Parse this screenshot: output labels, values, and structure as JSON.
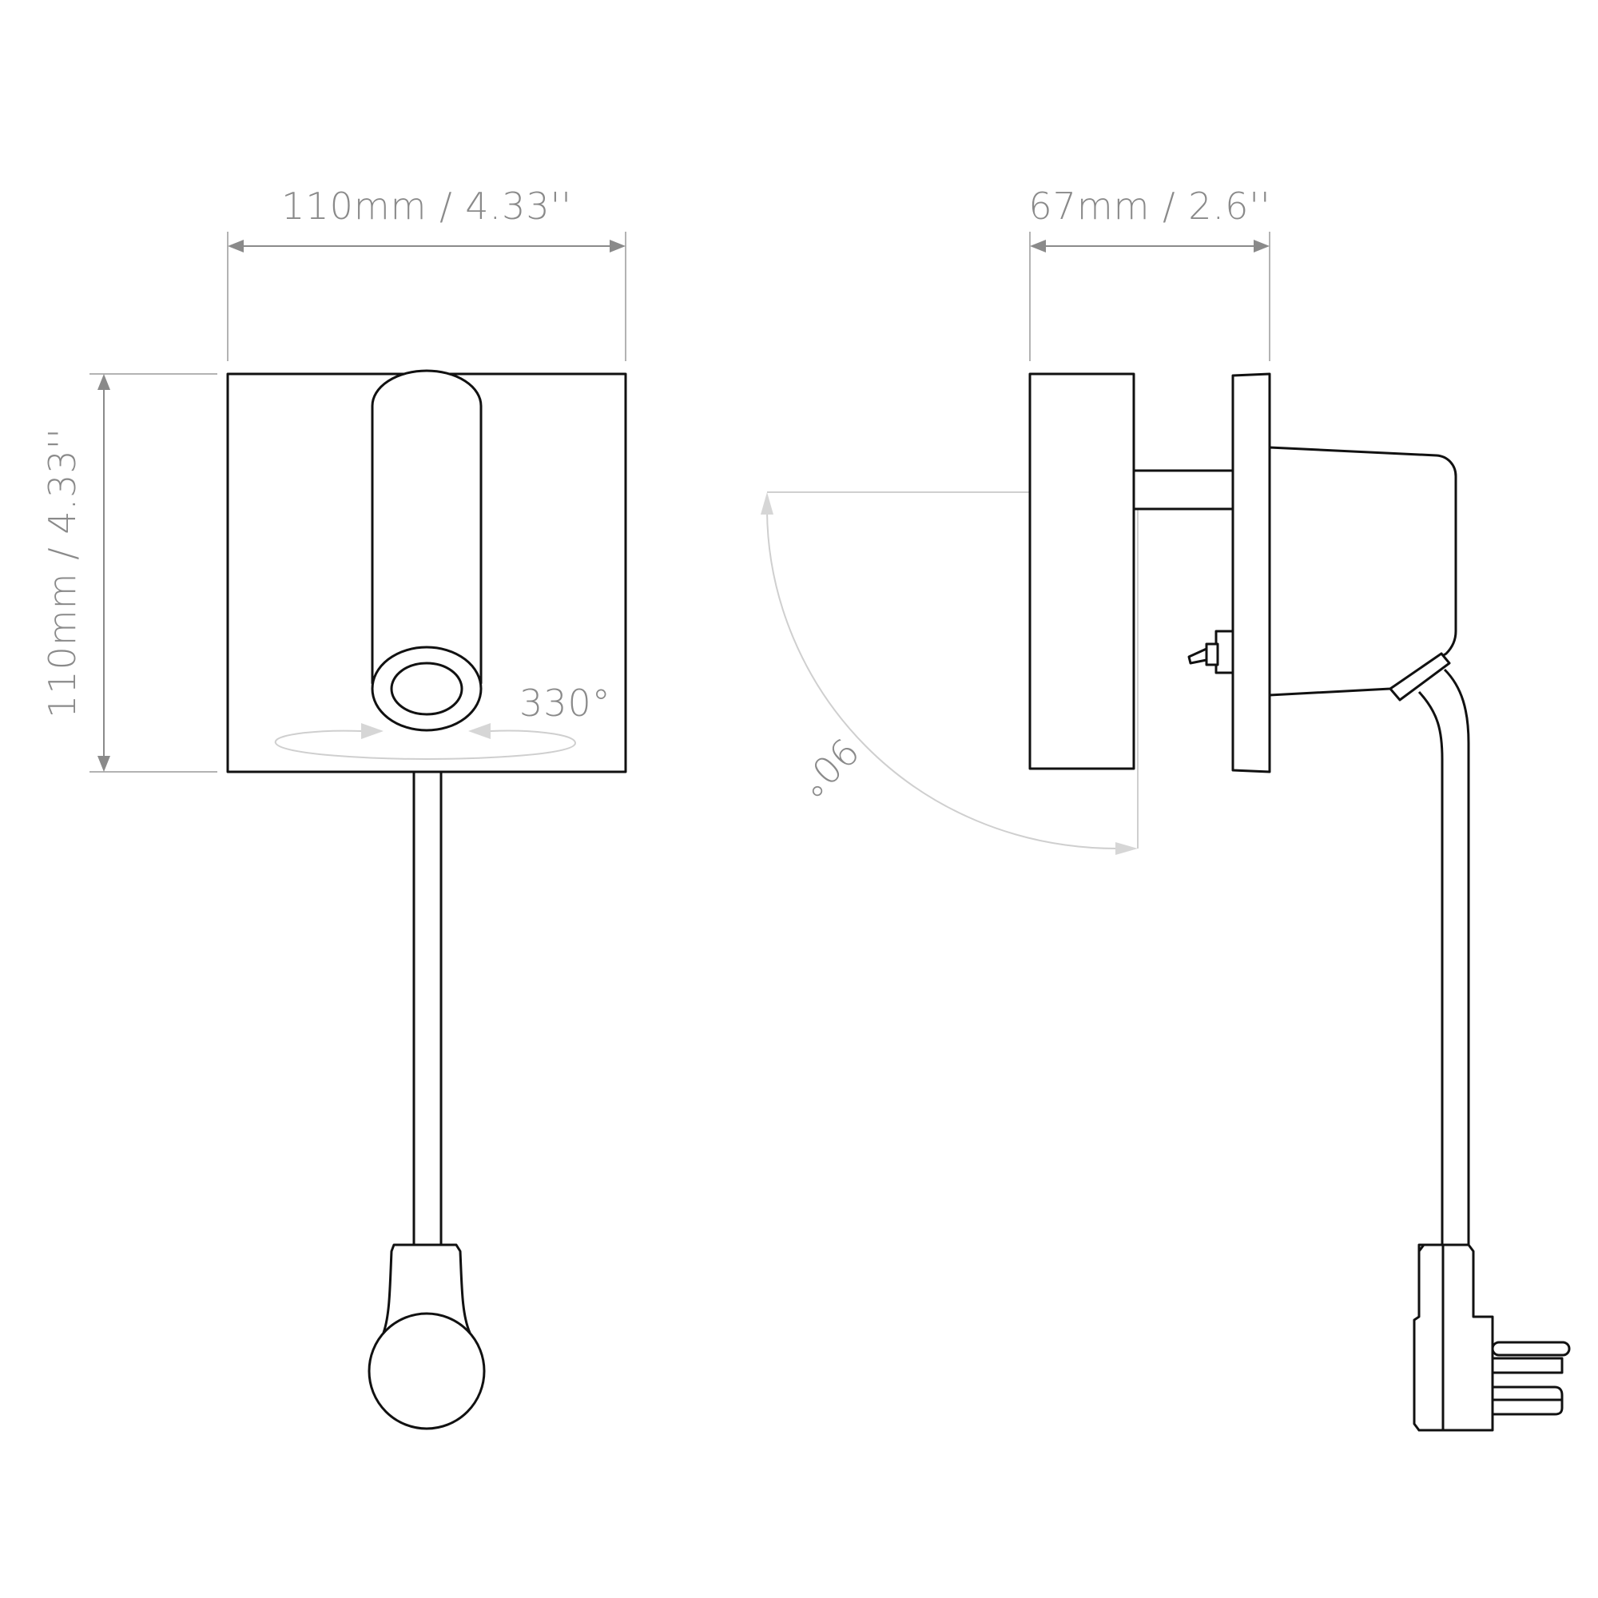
{
  "front_view": {
    "width_label": "110mm / 4.33''",
    "height_label": "110mm / 4.33''",
    "rotation_label": "330°"
  },
  "side_view": {
    "depth_label": "67mm / 2.6''",
    "tilt_label": "90°"
  },
  "colors": {
    "outline": "#111111",
    "dimension": "#8a8a8a",
    "rotation_guide": "#d6d6d6"
  }
}
